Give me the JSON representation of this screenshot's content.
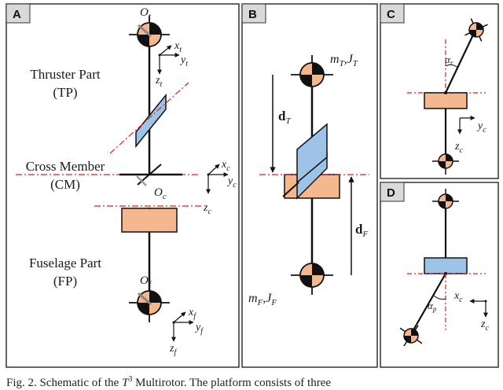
{
  "panels": {
    "a": {
      "tag": "A",
      "thruster_line1": "Thruster Part",
      "thruster_line2": "(TP)",
      "cross_line1": "Cross Member",
      "cross_line2": "(CM)",
      "fuselage_line1": "Fuselage Part",
      "fuselage_line2": "(FP)",
      "o_t": "O",
      "o_t_sub": "t",
      "o_c": "O",
      "o_c_sub": "c",
      "o_f": "O",
      "o_f_sub": "f",
      "xt": "x",
      "xt_sub": "t",
      "yt": "y",
      "yt_sub": "t",
      "zt": "z",
      "zt_sub": "t",
      "xc": "x",
      "xc_sub": "c",
      "yc": "y",
      "yc_sub": "c",
      "zc": "z",
      "zc_sub": "c",
      "xf": "x",
      "xf_sub": "f",
      "yf": "y",
      "yf_sub": "f",
      "zf": "z",
      "zf_sub": "f"
    },
    "b": {
      "tag": "B",
      "mt": "m",
      "mt_sub": "T",
      "jt": ",J",
      "jt_sub": "T",
      "dt": "d",
      "dt_sub": "T",
      "df": "d",
      "df_sub": "F",
      "mf": "m",
      "mf_sub": "F",
      "jf": ",J",
      "jf_sub": "F"
    },
    "c": {
      "tag": "C",
      "alpha": "α",
      "alpha_sub": "r",
      "yc": "y",
      "yc_sub": "c",
      "zc": "z",
      "zc_sub": "c"
    },
    "d": {
      "tag": "D",
      "alpha": "α",
      "alpha_sub": "p",
      "xc": "x",
      "xc_sub": "c",
      "zc": "z",
      "zc_sub": "c"
    }
  },
  "caption": {
    "prefix": "Fig. 2.    Schematic of the ",
    "t": "T",
    "sup": "3",
    "suffix": " Multirotor. The platform consists of three"
  },
  "colors": {
    "orange": "#f5b78e",
    "blue": "#9dc3e6",
    "dash": "#e02020",
    "tag_bg": "#d9d9d9"
  }
}
